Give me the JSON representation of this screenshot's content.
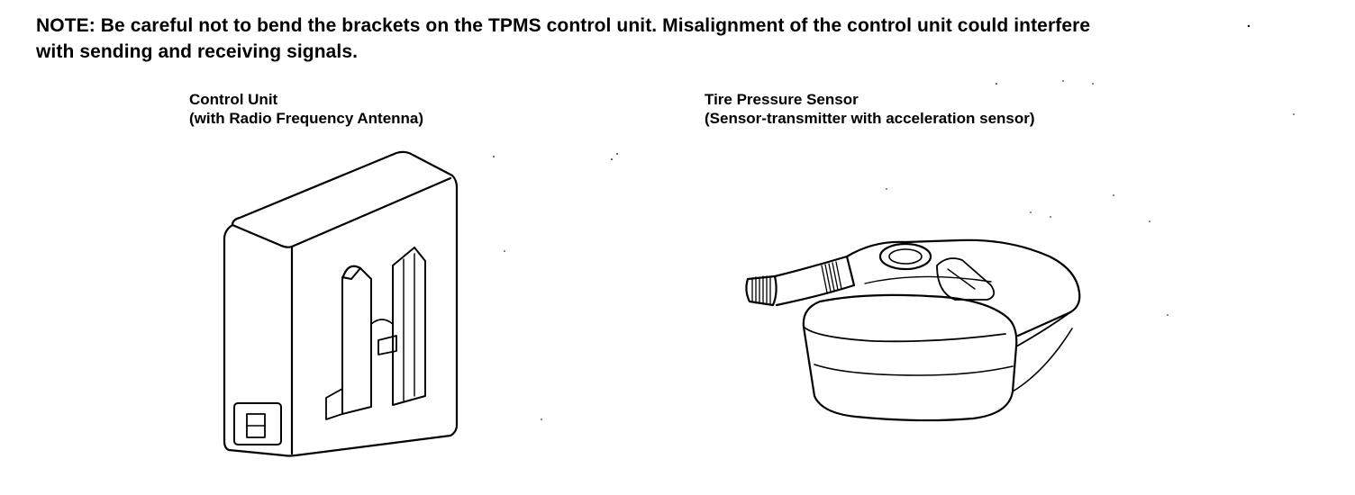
{
  "note": {
    "line1": "NOTE: Be careful not to bend the brackets on the TPMS control unit. Misalignment of the control unit could interfere",
    "line2": "with sending and receiving signals."
  },
  "control_unit": {
    "title": "Control Unit",
    "subtitle": "(with Radio Frequency Antenna)"
  },
  "tire_pressure_sensor": {
    "title": "Tire Pressure Sensor",
    "subtitle": "(Sensor-transmitter with acceleration sensor)"
  }
}
